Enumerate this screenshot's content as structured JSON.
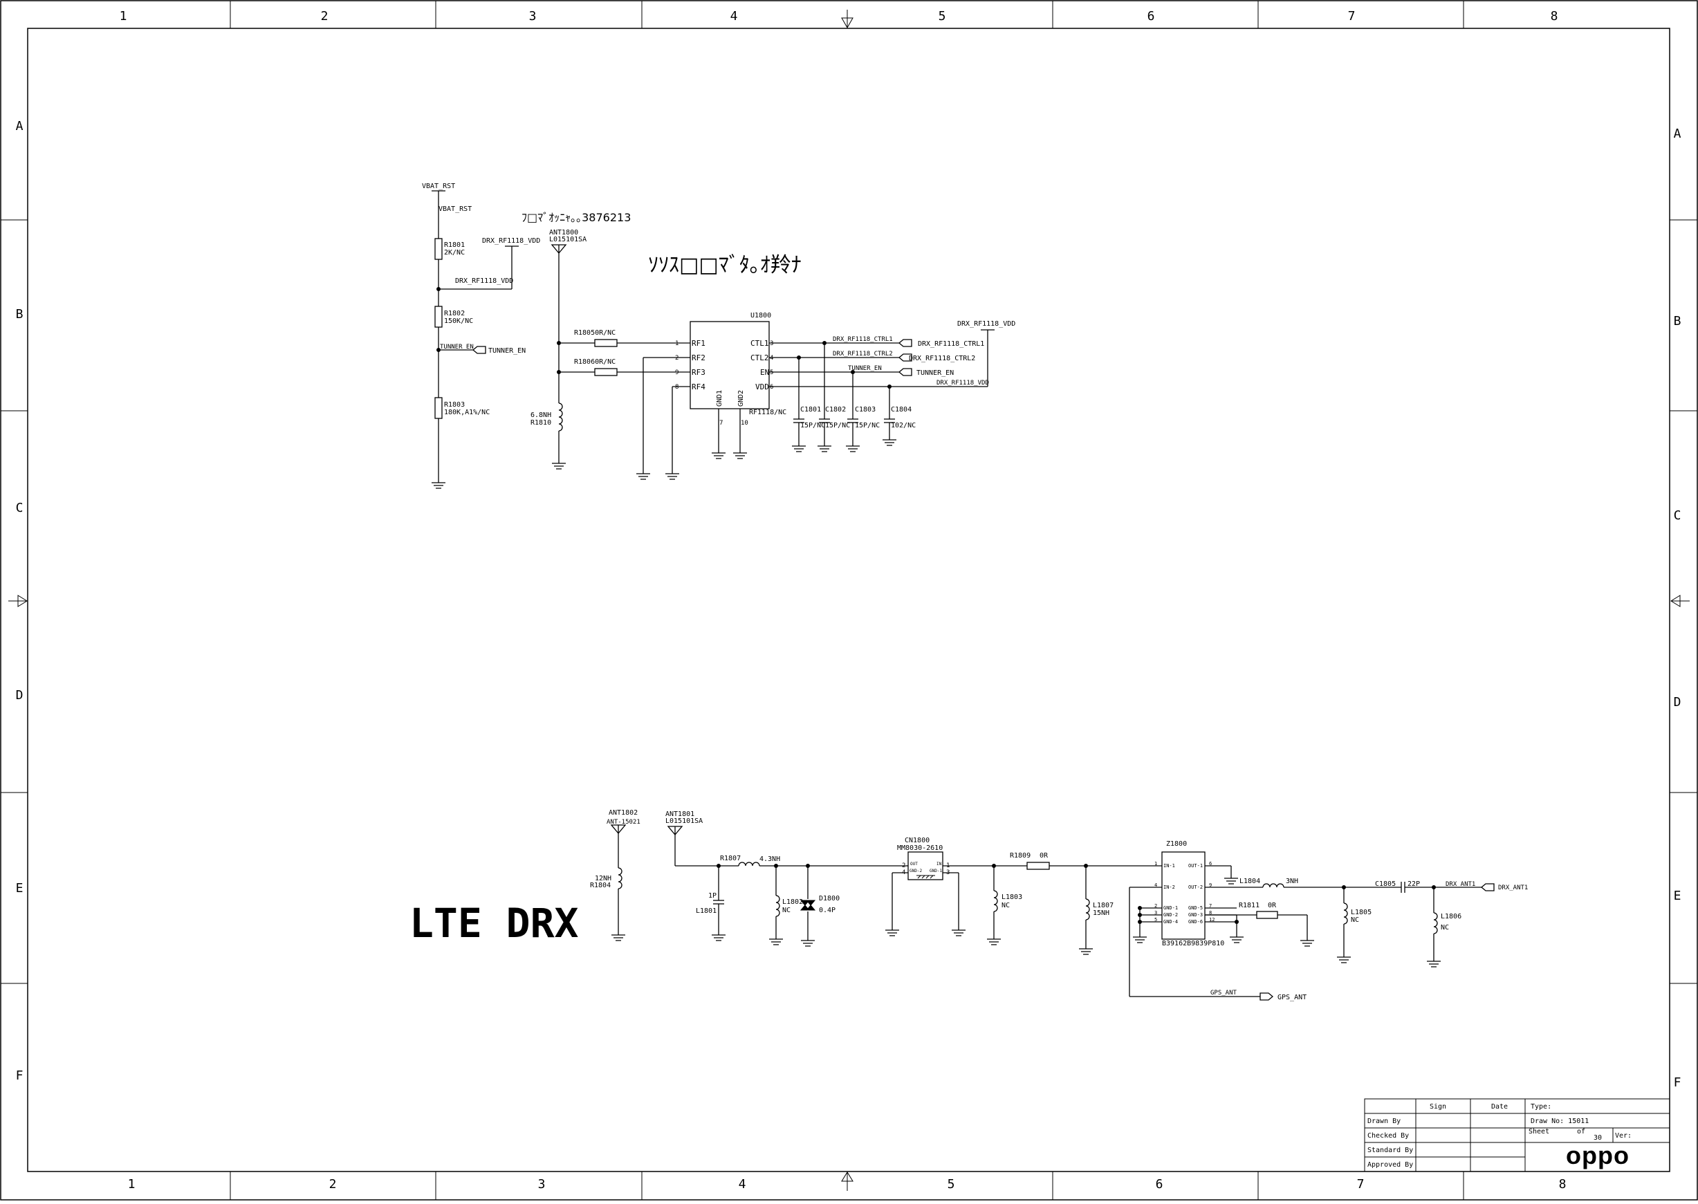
{
  "frame": {
    "columns": [
      "1",
      "2",
      "3",
      "4",
      "5",
      "6",
      "7",
      "8"
    ],
    "rows": [
      "A",
      "B",
      "C",
      "D",
      "E",
      "F"
    ]
  },
  "notes": {
    "note1": "ﾌ□ﾏﾞｵｯﾆｬ｡｡3876213",
    "note2": "ｿｿｽ□□ﾏﾞﾀ｡ｵ羚ﾅ"
  },
  "section_title": "LTE DRX",
  "upper_circuit": {
    "vbat_rst_port": "VBAT_RST",
    "vbat_rst_net": "VBAT_RST",
    "r1801": {
      "ref": "R1801",
      "value": "2K/NC"
    },
    "drx_vdd_label_1": "DRX_RF1118_VDD",
    "drx_vdd_label_2": "DRX_RF1118_VDD",
    "r1802": {
      "ref": "R1802",
      "value": "150K/NC"
    },
    "tunner_en_net": "TUNNER_EN",
    "tunner_en_port": "TUNNER_EN",
    "r1803": {
      "ref": "R1803",
      "value": "180K,A1%/NC"
    },
    "ant1800": {
      "ref": "ANT1800",
      "part": "L015101SA"
    },
    "r1805": "R18050R/NC",
    "r1806": "R18060R/NC",
    "r1810": {
      "value": "6.8NH",
      "ref": "R1810"
    },
    "u1800": {
      "ref": "U1800",
      "part": "RF1118/NC",
      "left_pins": [
        {
          "num": "1",
          "name": "RF1"
        },
        {
          "num": "2",
          "name": "RF2"
        },
        {
          "num": "9",
          "name": "RF3"
        },
        {
          "num": "8",
          "name": "RF4"
        }
      ],
      "right_pins": [
        {
          "num": "3",
          "name": "CTL1"
        },
        {
          "num": "4",
          "name": "CTL2"
        },
        {
          "num": "5",
          "name": "EN"
        },
        {
          "num": "6",
          "name": "VDD"
        }
      ],
      "bottom_pins": [
        {
          "num": "7",
          "name": "GND1"
        },
        {
          "num": "10",
          "name": "GND2"
        }
      ]
    },
    "net_labels": {
      "ctl1": "DRX_RF1118_CTRL1",
      "ctl2": "DRX_RF1118_CTRL2",
      "en": "TUNNER_EN",
      "vdd": "DRX_RF1118_VDD"
    },
    "ports": {
      "ctl1": "DRX_RF1118_CTRL1",
      "ctl2": "DRX_RF1118_CTRL2",
      "en": "TUNNER_EN",
      "vdd": "DRX_RF1118_VDD"
    },
    "caps": [
      {
        "ref": "C1801",
        "value": "15P/NC"
      },
      {
        "ref": "C1802",
        "value": "15P/NC"
      },
      {
        "ref": "C1803",
        "value": "15P/NC"
      },
      {
        "ref": "C1804",
        "value": "102/NC"
      }
    ]
  },
  "lower_circuit": {
    "ant1802": {
      "ref": "ANT1802",
      "part": "ANT-15021"
    },
    "r1804": {
      "value": "12NH",
      "ref": "R1804"
    },
    "ant1801": {
      "ref": "ANT1801",
      "part": "L015101SA"
    },
    "r1807": {
      "ref": "R1807",
      "value": "4.3NH"
    },
    "l1801": {
      "value": "1P",
      "ref": "L1801"
    },
    "l1802": {
      "ref": "L1802",
      "value": "NC"
    },
    "d1800": {
      "ref": "D1800",
      "value": "0.4P"
    },
    "cn1800": {
      "ref": "CN1800",
      "part": "MM8030-2610",
      "pins": [
        "2",
        "4",
        "1",
        "3"
      ],
      "inner": [
        "OUT",
        "IN",
        "GND-2",
        "GND-1"
      ]
    },
    "l1803": {
      "ref": "L1803",
      "value": "NC"
    },
    "r1809": {
      "ref": "R1809",
      "value": "0R"
    },
    "l1807": {
      "ref": "L1807",
      "value": "15NH"
    },
    "z1800": {
      "ref": "Z1800",
      "part": "B39162B9839P810",
      "left_pins": [
        {
          "num": "1",
          "name": "IN-1"
        },
        {
          "num": "4",
          "name": "IN-2"
        },
        {
          "num": "2",
          "name": "GND-1"
        },
        {
          "num": "3",
          "name": "GND-2"
        },
        {
          "num": "5",
          "name": "GND-4"
        }
      ],
      "right_pins": [
        {
          "num": "6",
          "name": "OUT-1"
        },
        {
          "num": "9",
          "name": "OUT-2"
        },
        {
          "num": "7",
          "name": "GND-5"
        },
        {
          "num": "8",
          "name": "GND-3"
        },
        {
          "num": "12",
          "name": "GND-6"
        }
      ]
    },
    "l1804": {
      "ref": "L1804"
    },
    "r1811": {
      "ref": "R1811",
      "value": "0R"
    },
    "series_l": {
      "value": "3NH"
    },
    "l1805": {
      "ref": "L1805",
      "value": "NC"
    },
    "c1805": {
      "ref": "C1805",
      "value": "22P"
    },
    "l1806": {
      "ref": "L1806",
      "value": "NC"
    },
    "drx_ant1_net": "DRX_ANT1",
    "drx_ant1_port": "DRX_ANT1",
    "gps_net": "GPS_ANT",
    "gps_port": "GPS_ANT"
  },
  "title_block": {
    "sign": "Sign",
    "date": "Date",
    "type": "Type:",
    "drawn_by": "Drawn By",
    "checked_by": "Checked By",
    "standard_by": "Standard By",
    "approved_by": "Approved By",
    "draw_no": "Draw No: 15011",
    "sheet": "Sheet",
    "of": "of",
    "sheet_total": "30",
    "ver": "Ver:",
    "logo": "oppo"
  }
}
